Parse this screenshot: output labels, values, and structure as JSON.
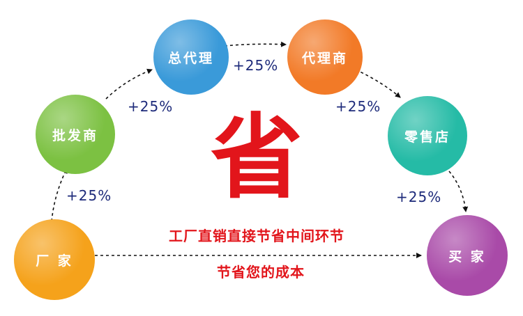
{
  "nodes": {
    "factory": "厂 家",
    "wholesaler": "批发商",
    "general_agent": "总代理",
    "agent": "代理商",
    "retail": "零售店",
    "buyer": "买 家"
  },
  "markups": {
    "factory_to_wholesaler": "+25%",
    "wholesaler_to_general_agent": "+25%",
    "general_agent_to_agent": "+25%",
    "agent_to_retail": "+25%",
    "retail_to_buyer": "+25%"
  },
  "center_char": "省",
  "captions": {
    "line1": "工厂直销直接节省中间环节",
    "line2": "节省您的成本"
  },
  "colors": {
    "factory": "#f5a21b",
    "wholesaler": "#7cc142",
    "general_agent": "#3a9ad9",
    "agent": "#f27a27",
    "retail": "#25bba6",
    "buyer": "#a94aa8",
    "accent_red": "#e2151b",
    "markup_text": "#1d2a7a"
  }
}
